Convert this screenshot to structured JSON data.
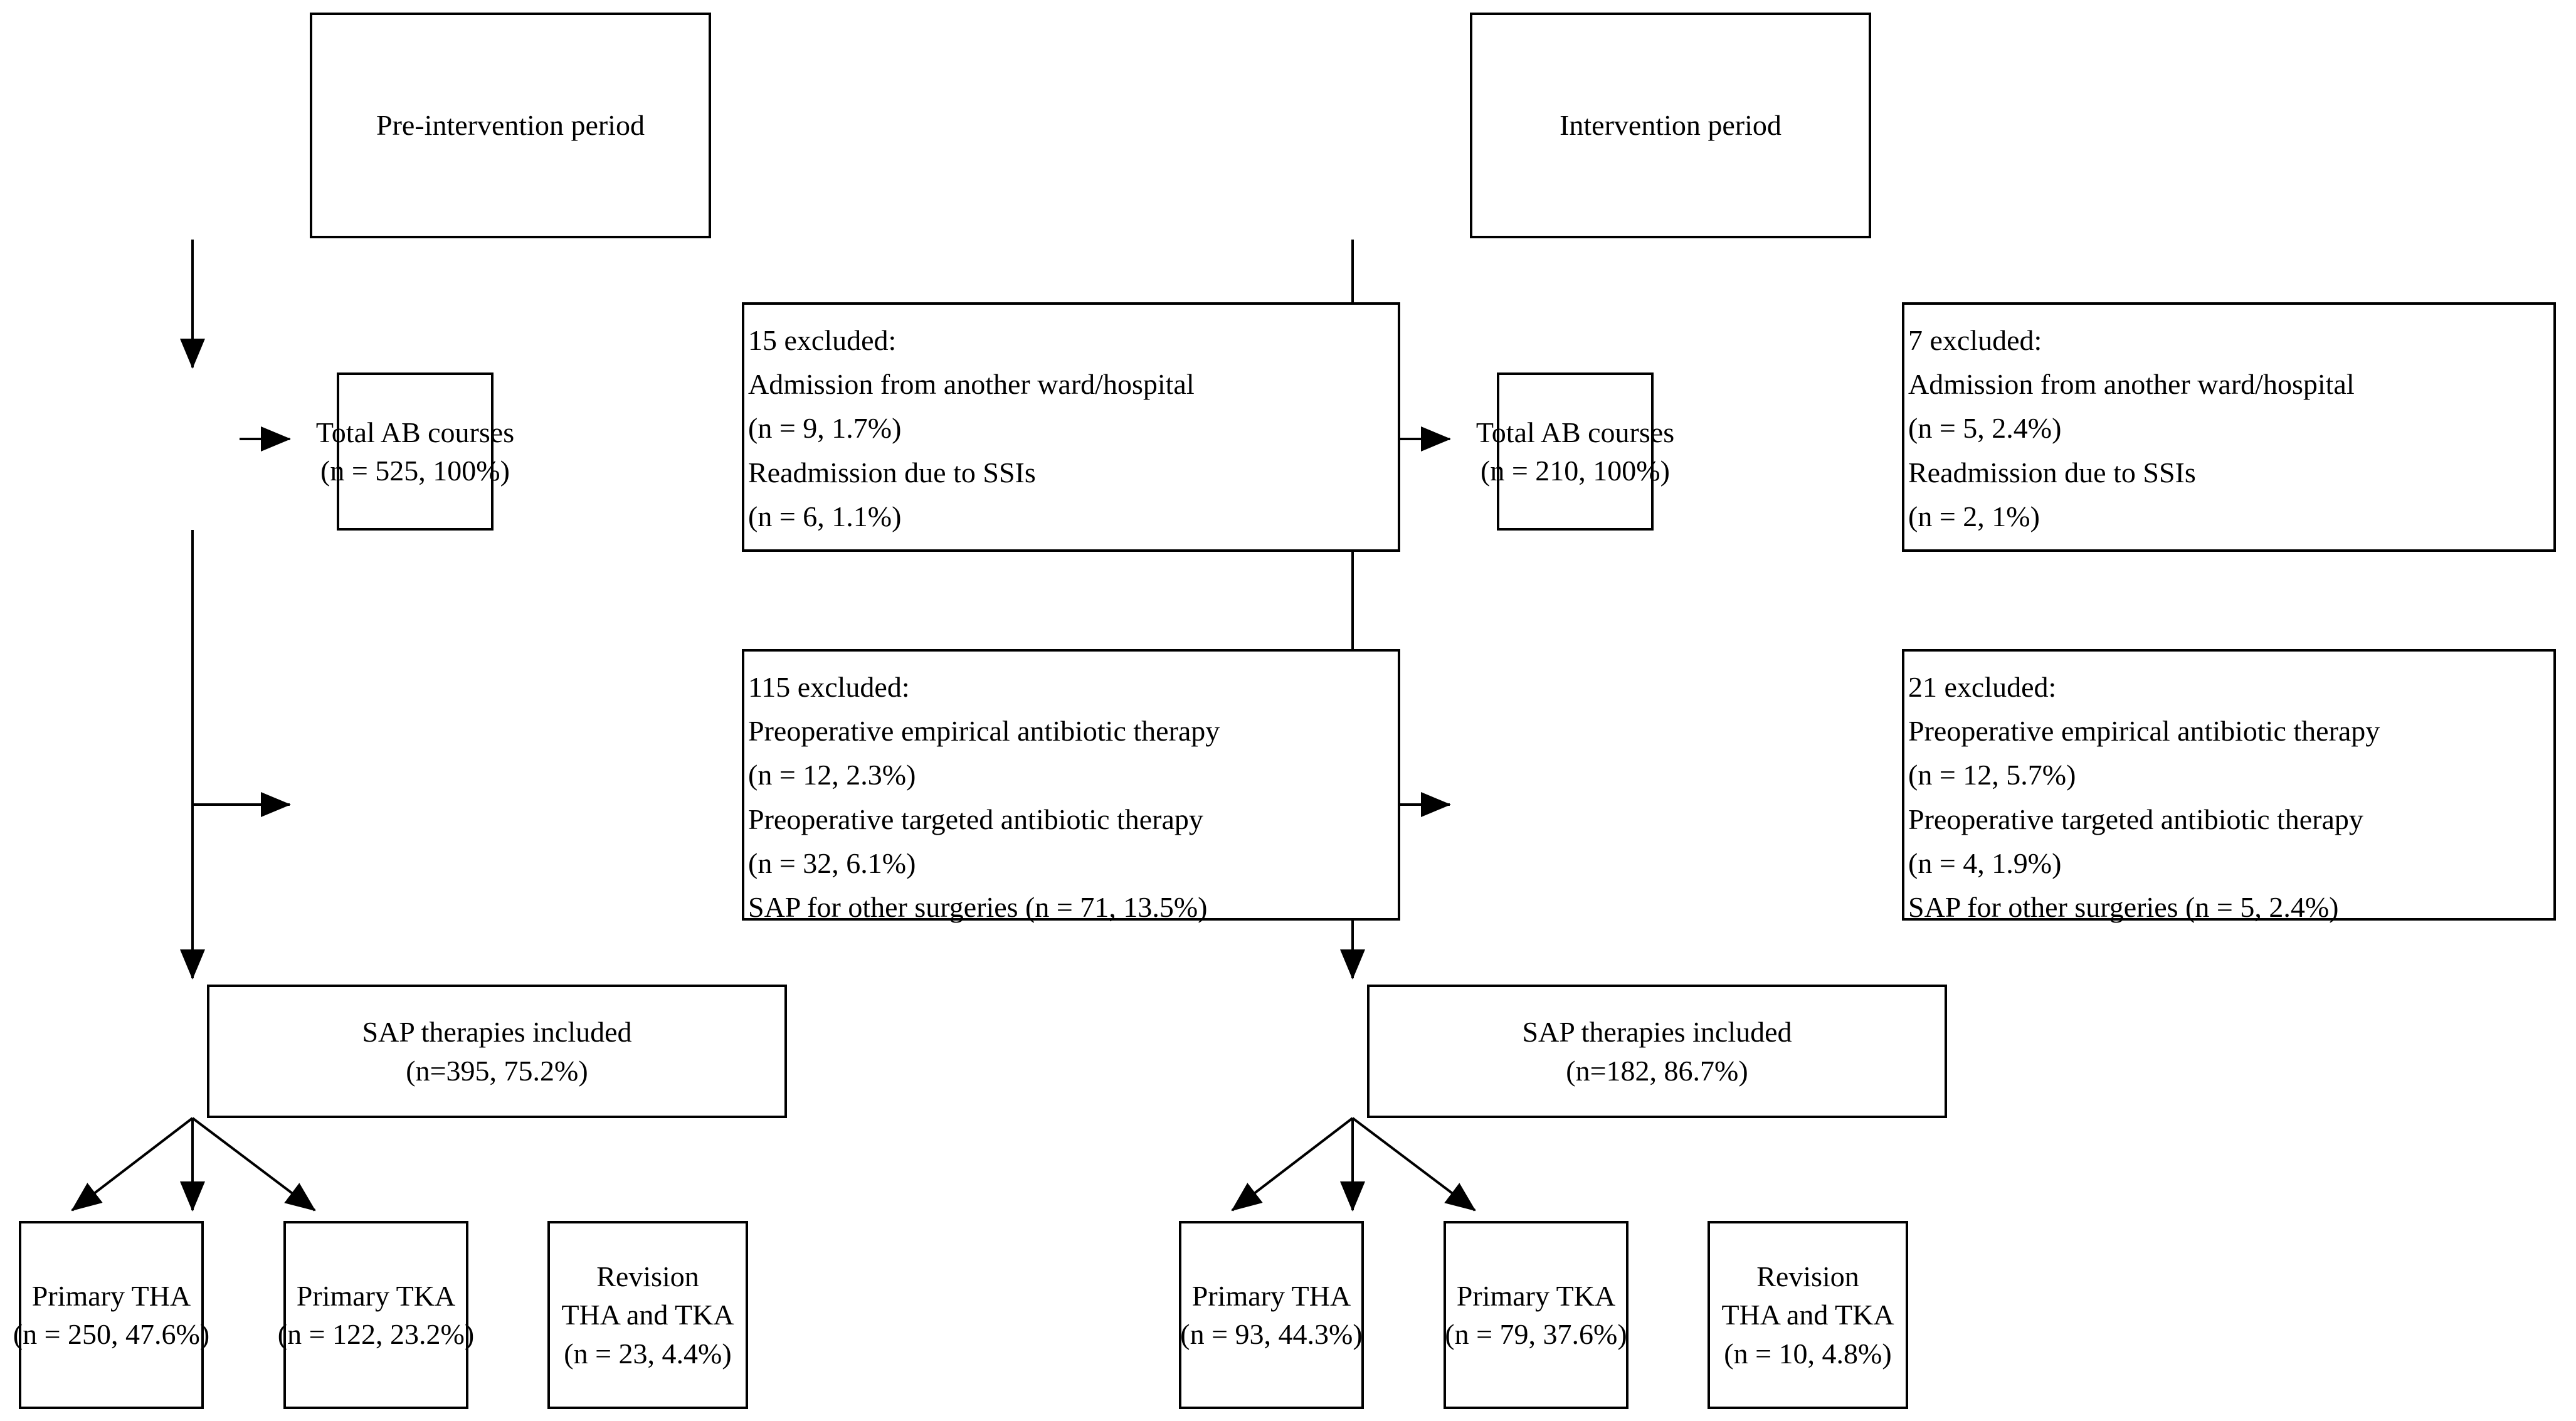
{
  "figure": {
    "type": "flow-diagram",
    "title": "Study flow diagram of antibiotic (AB) courses and surgical antibiotic prophylaxis (SAP) therapies",
    "groups": [
      {
        "id": "pre-intervention",
        "period_label": "Pre-intervention period",
        "total": {
          "line1": "Total AB courses",
          "line2": "(n = 525, 100%)"
        },
        "exclusion_1": {
          "line1": "15 excluded:",
          "line2": "Admission from another ward/hospital",
          "line3": "(n = 9, 1.7%)",
          "line4": "Readmission due to SSIs",
          "line5": "(n = 6, 1.1%)"
        },
        "exclusion_2": {
          "line1": "115 excluded:",
          "line2": "Preoperative empirical antibiotic therapy",
          "line3": "(n = 12, 2.3%)",
          "line4": "Preoperative targeted antibiotic therapy",
          "line5": "(n = 32, 6.1%)",
          "line6": "SAP for other surgeries (n = 71, 13.5%)"
        },
        "included": {
          "line1": "SAP therapies included",
          "line2": "(n=395, 75.2%)"
        },
        "outcomes": [
          {
            "line1": "Primary THA",
            "line2": "(n = 250, 47.6%)",
            "line3": ""
          },
          {
            "line1": "Primary TKA",
            "line2": "(n = 122, 23.2%)",
            "line3": ""
          },
          {
            "line1": "Revision",
            "line2": "THA and TKA",
            "line3": "(n = 23, 4.4%)"
          }
        ]
      },
      {
        "id": "intervention",
        "period_label": "Intervention period",
        "total": {
          "line1": "Total AB courses",
          "line2": "(n = 210, 100%)"
        },
        "exclusion_1": {
          "line1": "7 excluded:",
          "line2": "Admission from another ward/hospital",
          "line3": "(n = 5, 2.4%)",
          "line4": "Readmission due to SSIs",
          "line5": "(n = 2, 1%)"
        },
        "exclusion_2": {
          "line1": "21 excluded:",
          "line2": "Preoperative empirical antibiotic therapy",
          "line3": "(n = 12, 5.7%)",
          "line4": "Preoperative targeted antibiotic therapy",
          "line5": "(n = 4, 1.9%)",
          "line6": "SAP for other surgeries (n = 5, 2.4%)"
        },
        "included": {
          "line1": "SAP therapies included",
          "line2": "(n=182, 86.7%)"
        },
        "outcomes": [
          {
            "line1": "Primary THA",
            "line2": "(n = 93, 44.3%)",
            "line3": ""
          },
          {
            "line1": "Primary TKA",
            "line2": "(n = 79, 37.6%)",
            "line3": ""
          },
          {
            "line1": "Revision",
            "line2": "THA and TKA",
            "line3": "(n = 10, 4.8%)"
          }
        ]
      }
    ],
    "colors": {
      "box_border": "#000000",
      "connector": "#000000",
      "background": "#ffffff",
      "text": "#000000"
    }
  }
}
